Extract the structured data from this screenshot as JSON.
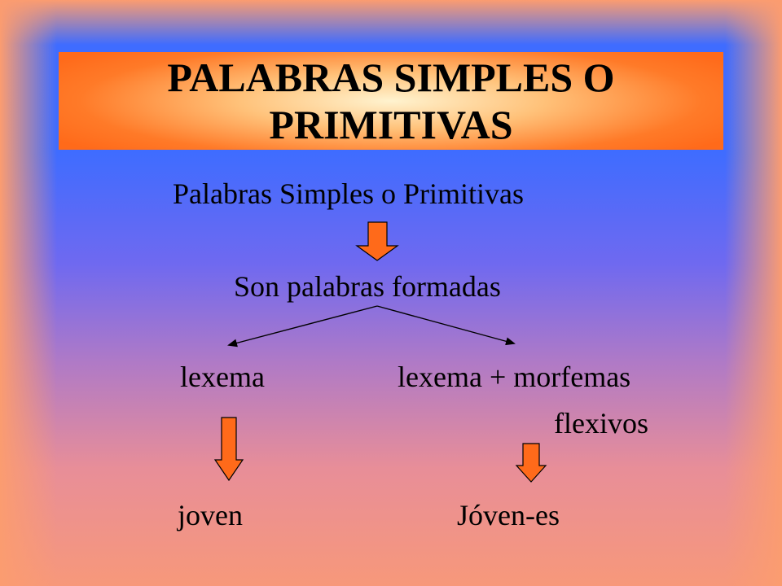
{
  "title": "PALABRAS SIMPLES O PRIMITIVAS",
  "diagram": {
    "subtitle": "Palabras Simples o Primitivas",
    "formed": "Son palabras formadas",
    "left_branch": "lexema",
    "right_branch": "lexema + morfemas",
    "right_branch_cont": "flexivos",
    "left_example": "joven",
    "right_example": "Jóven-es"
  },
  "colors": {
    "background_top": "#3f6cff",
    "background_edge": "#f79a74",
    "title_box": "#ff6a1a",
    "arrow_fill": "#ff6a1a"
  }
}
